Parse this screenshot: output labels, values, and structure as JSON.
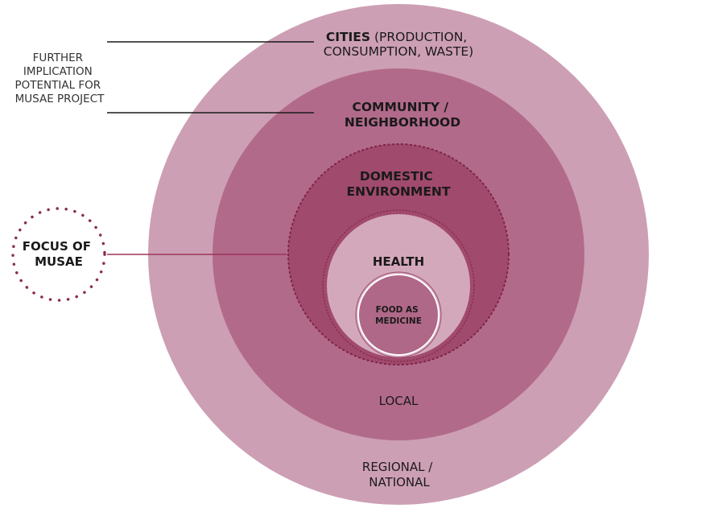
{
  "colors": {
    "regional_ring": "#cd9fb4",
    "local_ring": "#b26a8b",
    "domestic_ring": "#a04a6d",
    "health_circle": "#d4a8bb",
    "food_circle": "#b06888",
    "dotted_accent": "#8a2d4f",
    "line_dark": "#1a1a1a",
    "line_focus": "#9b3558"
  },
  "side_labels": {
    "further": {
      "line1": "FURTHER",
      "line2": "IMPLICATION",
      "line3": "POTENTIAL FOR",
      "line4": "MUSAE PROJECT"
    },
    "focus": {
      "line1": "FOCUS OF",
      "line2": "MUSAE"
    }
  },
  "layers": {
    "cities": {
      "title": "CITIES",
      "detail_line1": " (PRODUCTION,",
      "detail_line2": "CONSUMPTION, WASTE)"
    },
    "community": {
      "line1": "COMMUNITY /",
      "line2": "NEIGHBORHOOD"
    },
    "domestic": {
      "line1": "DOMESTIC",
      "line2": "ENVIRONMENT"
    },
    "health": {
      "label": "HEALTH"
    },
    "food": {
      "line1": "FOOD AS",
      "line2": "MEDICINE"
    },
    "local": {
      "label": "LOCAL"
    },
    "regional": {
      "line1": "REGIONAL /",
      "line2": "NATIONAL"
    }
  }
}
